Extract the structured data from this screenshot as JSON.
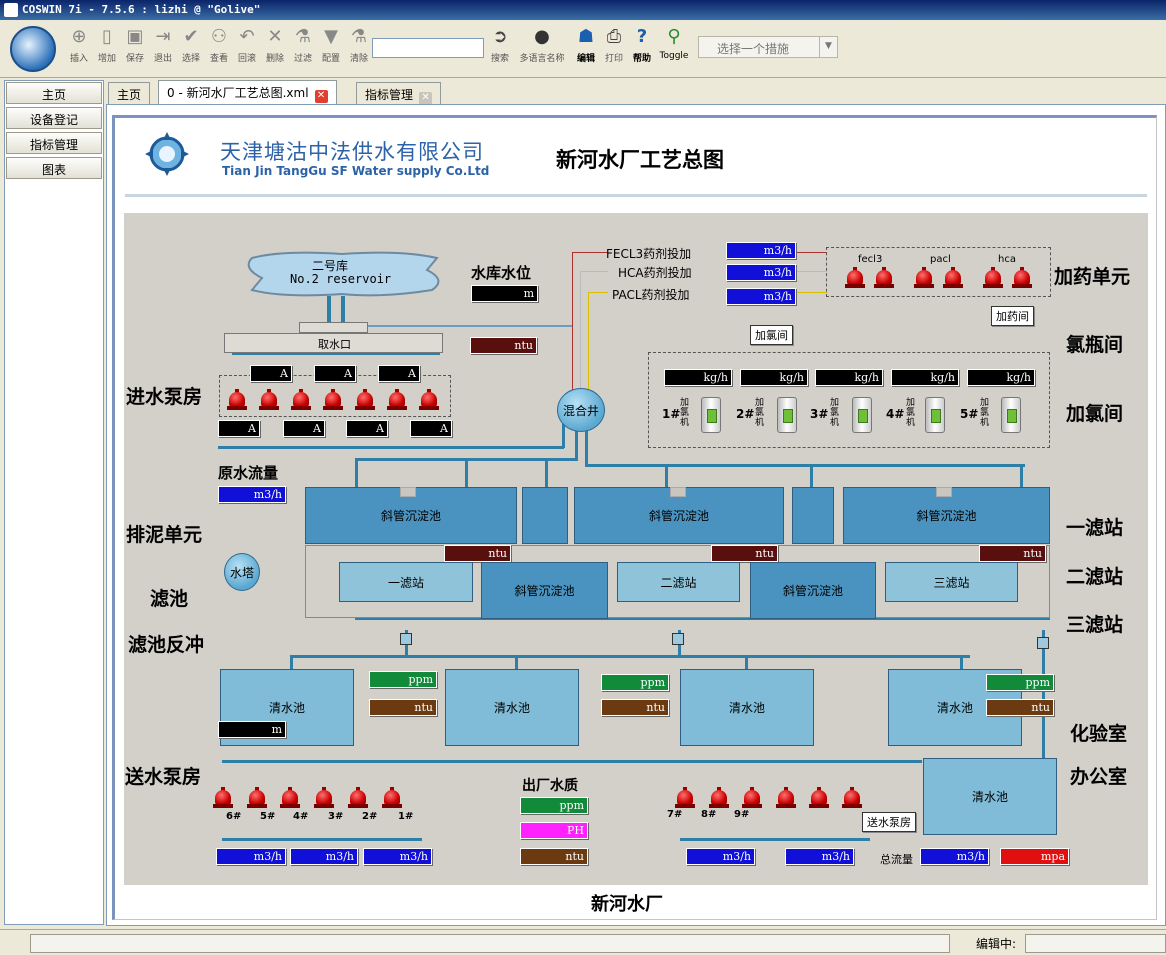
{
  "window": {
    "title": "COSWIN 7i - 7.5.6 : lizhi @ \"Golive\""
  },
  "toolbar": {
    "buttons": [
      {
        "label": "插入",
        "icon": "plus-circle-icon"
      },
      {
        "label": "增加",
        "icon": "new-document-icon"
      },
      {
        "label": "保存",
        "icon": "save-disk-icon"
      },
      {
        "label": "退出",
        "icon": "exit-icon"
      },
      {
        "label": "选择",
        "icon": "checkmark-icon"
      },
      {
        "label": "查看",
        "icon": "view-icon"
      },
      {
        "label": "回滚",
        "icon": "undo-icon"
      },
      {
        "label": "删除",
        "icon": "delete-x-icon"
      },
      {
        "label": "过滤",
        "icon": "filter-icon"
      },
      {
        "label": "配置",
        "icon": "funnel-icon"
      },
      {
        "label": "清除",
        "icon": "clear-icon"
      },
      {
        "label": "搜索",
        "icon": "search-arrow-icon"
      },
      {
        "label": "多语言名称",
        "icon": "globe-icon"
      },
      {
        "label": "编辑",
        "icon": "editor-person-icon"
      },
      {
        "label": "打印",
        "icon": "printer-icon"
      },
      {
        "label": "帮助",
        "icon": "help-icon"
      },
      {
        "label": "Toggle",
        "icon": "toggle-icon"
      }
    ],
    "search_value": "",
    "measure_select": "选择一个措施"
  },
  "sidebar": {
    "items": [
      {
        "label": "主页"
      },
      {
        "label": "设备登记"
      },
      {
        "label": "指标管理"
      },
      {
        "label": "图表"
      }
    ]
  },
  "tabs": [
    {
      "label": "主页"
    },
    {
      "label": "0 - 新河水厂工艺总图.xml"
    },
    {
      "label": "指标管理"
    }
  ],
  "header": {
    "company_cn": "天津塘沽中法供水有限公司",
    "company_en": "Tian Jin TangGu SF Water supply Co.Ltd",
    "page_title": "新河水厂工艺总图"
  },
  "diagram": {
    "left_labels": [
      "进水泵房",
      "排泥单元",
      "滤池",
      "滤池反冲",
      "送水泵房"
    ],
    "right_labels": [
      "加药单元",
      "氯瓶间",
      "加氯间",
      "一滤站",
      "二滤站",
      "三滤站",
      "化验室",
      "办公室"
    ],
    "reservoir": {
      "name": "二号库",
      "name_en": "No.2 reservoir"
    },
    "water_level": {
      "label": "水库水位",
      "unit": "m"
    },
    "intake": "取水口",
    "intake_ntu": "ntu",
    "amp_unit": "A",
    "mixing_well": "混合井",
    "raw_flow": {
      "label": "原水流量",
      "unit": "m3/h"
    },
    "water_tower": "水塔",
    "chemicals": [
      {
        "label": "FECL3药剂投加",
        "unit": "m3/h"
      },
      {
        "label": "HCA药剂投加",
        "unit": "m3/h"
      },
      {
        "label": "PACL药剂投加",
        "unit": "m3/h"
      }
    ],
    "chem_units": [
      "fecl3",
      "pacl",
      "hca"
    ],
    "dosing_room": "加药间",
    "chlorine_room": "加氯间",
    "chlorinators": {
      "unit": "kg/h",
      "machine": "加氯机",
      "ids": [
        "1#",
        "2#",
        "3#",
        "4#",
        "5#"
      ]
    },
    "sed_tank": "斜管沉淀池",
    "filter_stations": [
      "一滤站",
      "二滤站",
      "三滤站"
    ],
    "clear_tank": "清水池",
    "units": {
      "ntu": "ntu",
      "ppm": "ppm",
      "m": "m",
      "m3h": "m3/h",
      "mpa": "mpa",
      "ph": "PH"
    },
    "pump_ids_left": [
      "6#",
      "5#",
      "4#",
      "3#",
      "2#",
      "1#"
    ],
    "pump_ids_right": [
      "7#",
      "8#",
      "9#"
    ],
    "out_quality": "出厂水质",
    "send_pump_room": "送水泵房",
    "total_flow": "总流量",
    "plant_name": "新河水厂"
  },
  "status": {
    "editor_label": "编辑中:"
  },
  "colors": {
    "tank": "#4a93c0",
    "ntu": "#5a0f0f",
    "ppm": "#118a3a",
    "flow": "#1010d8",
    "mpa": "#e01010",
    "ph": "#ff22ff",
    "ntu2": "#6b3a10",
    "bg": "#d3d0ca"
  }
}
